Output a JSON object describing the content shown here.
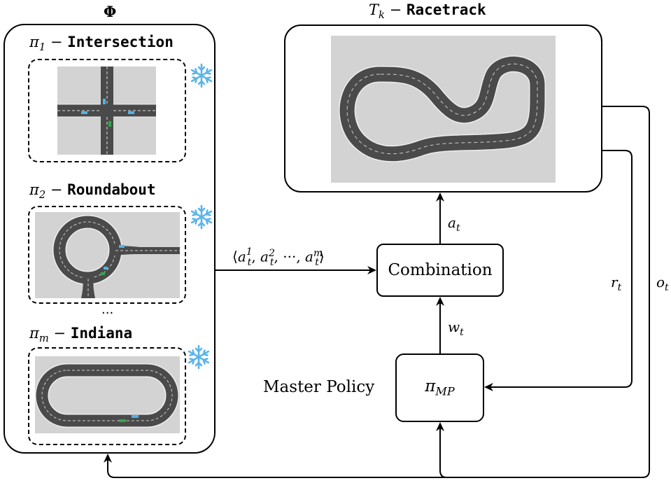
{
  "phi_label": "Φ",
  "target": {
    "symbol": "T",
    "sub": "k",
    "dash": " − ",
    "name": "Racetrack"
  },
  "policies": [
    {
      "symbol": "π",
      "sub": "1",
      "dash": " − ",
      "name": "Intersection"
    },
    {
      "symbol": "π",
      "sub": "2",
      "dash": " − ",
      "name": "Roundabout"
    },
    {
      "symbol": "π",
      "sub": "m",
      "dash": " − ",
      "name": "Indiana"
    }
  ],
  "ellipsis": "...",
  "frozen_icon": "snowflake-icon",
  "actions_vector": {
    "open": "⟨",
    "a": "a",
    "sub": "t",
    "sup1": "1",
    "sup2": "2",
    "dots": "···",
    "supm": "m",
    "close": "⟩"
  },
  "combination_label": "Combination",
  "master_policy_label": "Master Policy",
  "mp_symbol": "π",
  "mp_sub": "MP",
  "a_t": {
    "a": "a",
    "sub": "t"
  },
  "w_t": {
    "a": "w",
    "sub": "t"
  },
  "r_t": {
    "a": "r",
    "sub": "t"
  },
  "o_t": {
    "a": "o",
    "sub": "t"
  },
  "colors": {
    "road": "#4a4a4a",
    "ground": "#d3d3d3",
    "snowflake": "#5ab4e8",
    "car_blue": "#4fb3e8",
    "car_green": "#2ea84a"
  }
}
